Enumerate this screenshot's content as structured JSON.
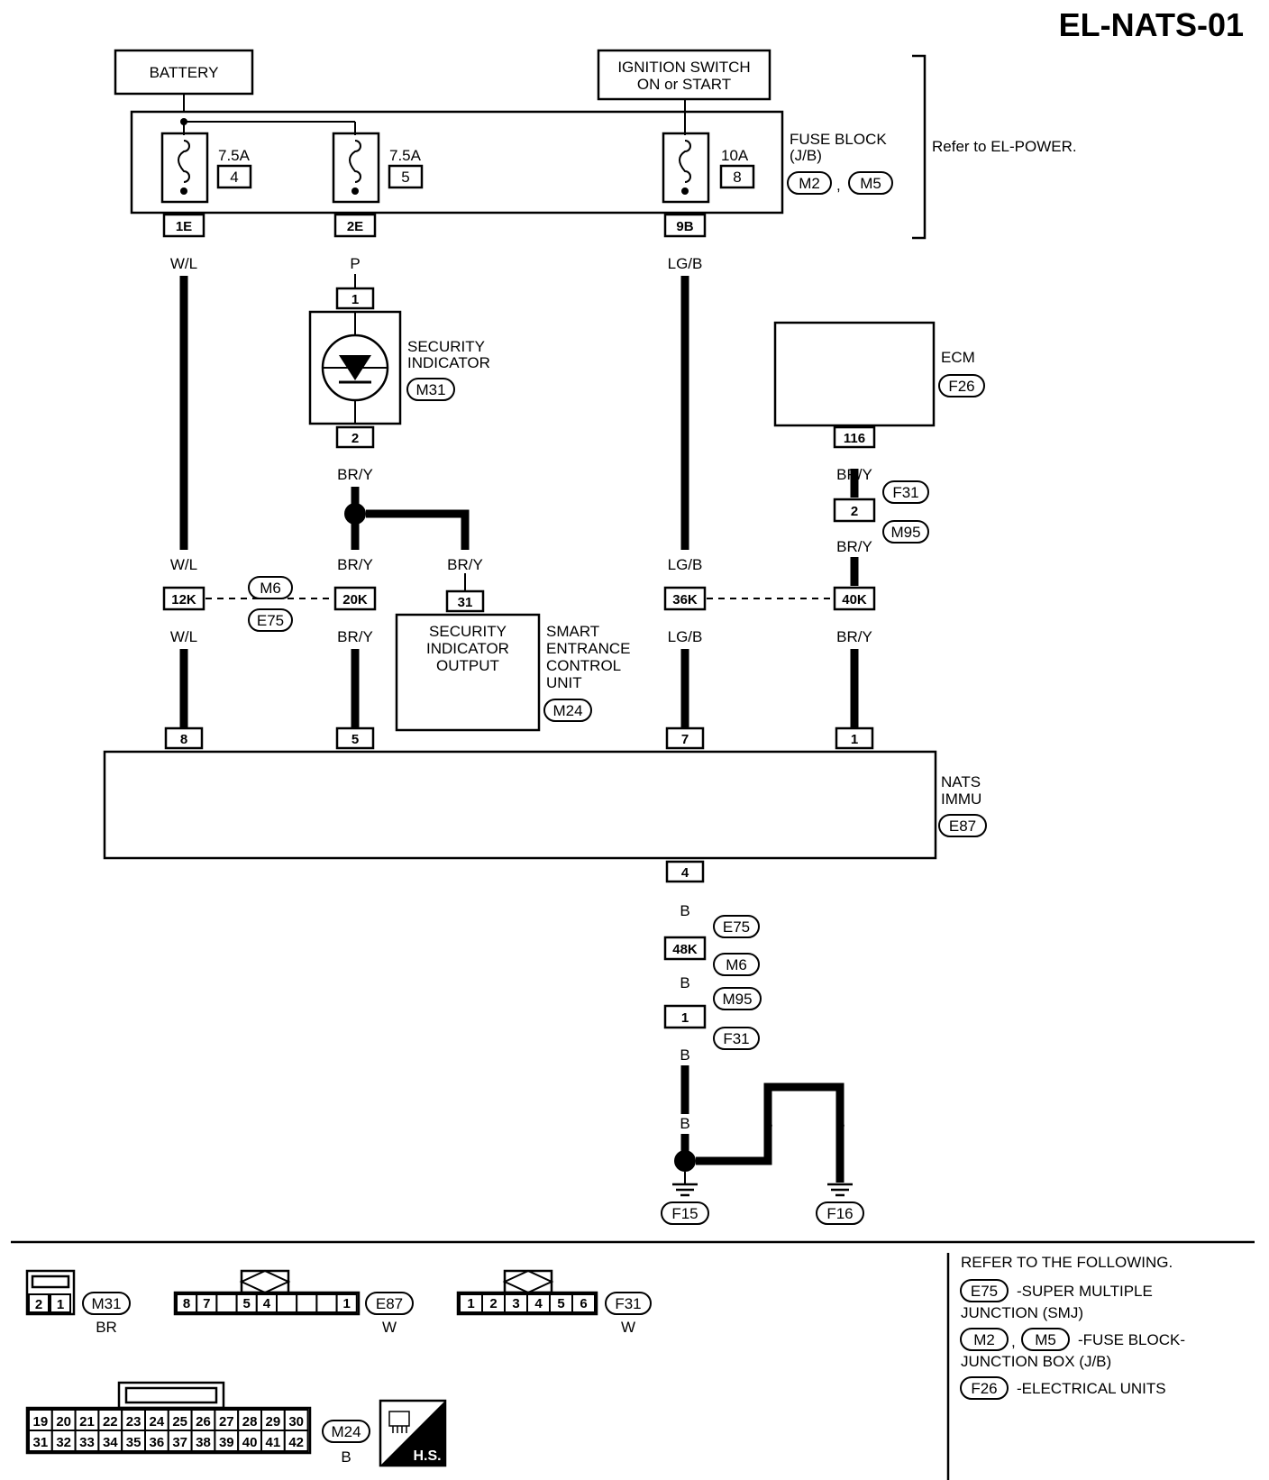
{
  "page_id": "EL-NATS-01",
  "battery_label": "BATTERY",
  "ignition": {
    "line1": "IGNITION SWITCH",
    "line2": "ON or START"
  },
  "fuse_block": {
    "line1": "FUSE BLOCK",
    "line2": "(J/B)",
    "conn1": "M2",
    "sep": ",",
    "conn2": "M5",
    "refer": "Refer to EL-POWER.",
    "fuses": [
      {
        "rating": "7.5A",
        "number": "4",
        "terminal": "1E"
      },
      {
        "rating": "7.5A",
        "number": "5",
        "terminal": "2E"
      },
      {
        "rating": "10A",
        "number": "8",
        "terminal": "9B"
      }
    ]
  },
  "wires": {
    "wl": "W/L",
    "p": "P",
    "lgb": "LG/B",
    "bry": "BR/Y",
    "b": "B"
  },
  "security_indicator": {
    "line1": "SECURITY",
    "line2": "INDICATOR",
    "conn": "M31",
    "pin_top": "1",
    "pin_bottom": "2"
  },
  "ecm": {
    "label": "ECM",
    "conn": "F26",
    "pin": "116"
  },
  "smart_unit": {
    "inner1": "SECURITY",
    "inner2": "INDICATOR",
    "inner3": "OUTPUT",
    "line1": "SMART",
    "line2": "ENTRANCE",
    "line3": "CONTROL",
    "line4": "UNIT",
    "conn": "M24",
    "pin": "31"
  },
  "joints": {
    "f31": "F31",
    "m95": "M95",
    "pin2": "2",
    "m6": "M6",
    "e75": "E75",
    "j12k": "12K",
    "j20k": "20K",
    "j36k": "36K",
    "j40k": "40K",
    "j48k": "48K",
    "pin1": "1"
  },
  "nats": {
    "line1": "NATS",
    "line2": "IMMU",
    "conn": "E87",
    "pins": [
      "8",
      "5",
      "7",
      "1",
      "4"
    ]
  },
  "grounds": [
    "F15",
    "F16"
  ],
  "connectors": {
    "m31": {
      "name": "M31",
      "color": "BR",
      "cells": [
        "2",
        "1"
      ]
    },
    "e87": {
      "name": "E87",
      "color": "W",
      "cells": [
        "8",
        "7",
        "",
        "5",
        "4",
        "",
        "",
        "",
        "1"
      ]
    },
    "f31": {
      "name": "F31",
      "color": "W",
      "cells": [
        "1",
        "2",
        "3",
        "4",
        "5",
        "6"
      ]
    },
    "m24": {
      "name": "M24",
      "color": "B",
      "row1": [
        "19",
        "20",
        "21",
        "22",
        "23",
        "24",
        "25",
        "26",
        "27",
        "28",
        "29",
        "30"
      ],
      "row2": [
        "31",
        "32",
        "33",
        "34",
        "35",
        "36",
        "37",
        "38",
        "39",
        "40",
        "41",
        "42"
      ]
    },
    "hs_icon": "H.S."
  },
  "refer_panel": {
    "title": "REFER TO THE FOLLOWING.",
    "e75": "E75",
    "e75_desc1": "-SUPER MULTIPLE",
    "e75_desc2": "JUNCTION (SMJ)",
    "m2": "M2",
    "m5": "M5",
    "fb_desc1": "-FUSE BLOCK-",
    "fb_desc2": "JUNCTION BOX (J/B)",
    "f26": "F26",
    "f26_desc": "-ELECTRICAL UNITS"
  }
}
